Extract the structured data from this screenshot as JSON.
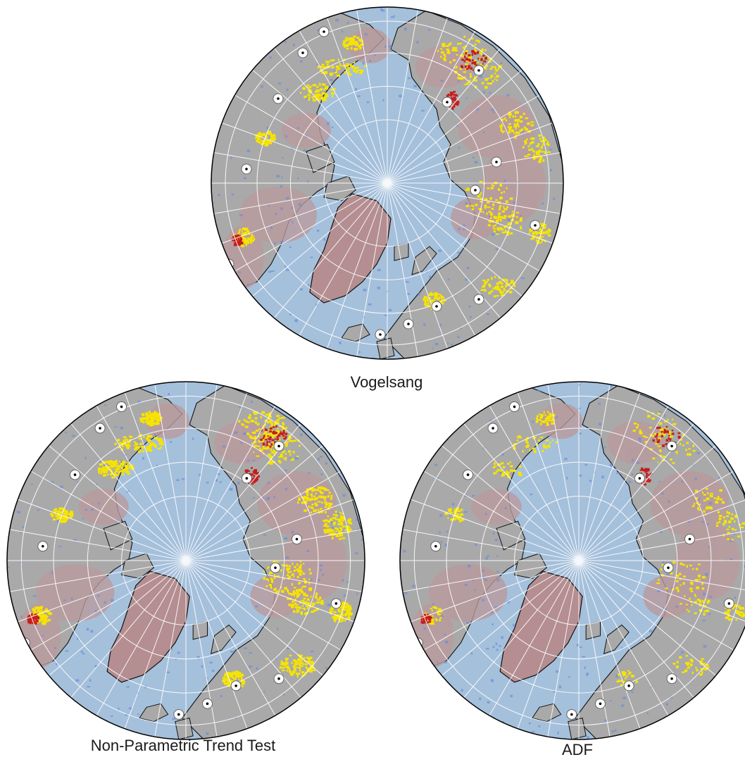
{
  "figure": {
    "colors": {
      "ocean": "#a5c0db",
      "land": "#a9a9a9",
      "greenland": "#b48e91",
      "pink_region": "#b99a9d",
      "yellow": "#f6e400",
      "red": "#c61c1c",
      "blue_pixel": "#6b8fd8",
      "graticule": "#ffffff",
      "coast": "#111111",
      "station": "#ffffff"
    },
    "panels": [
      {
        "id": "vogelsang",
        "caption": "Vogelsang",
        "intensity": 1.0,
        "red_amount": 0.8
      },
      {
        "id": "nptt",
        "caption": "Non-Parametric Trend Test",
        "intensity": 1.5,
        "red_amount": 1.0
      },
      {
        "id": "adf",
        "caption": "ADF",
        "intensity": 0.55,
        "red_amount": 0.6
      }
    ]
  }
}
